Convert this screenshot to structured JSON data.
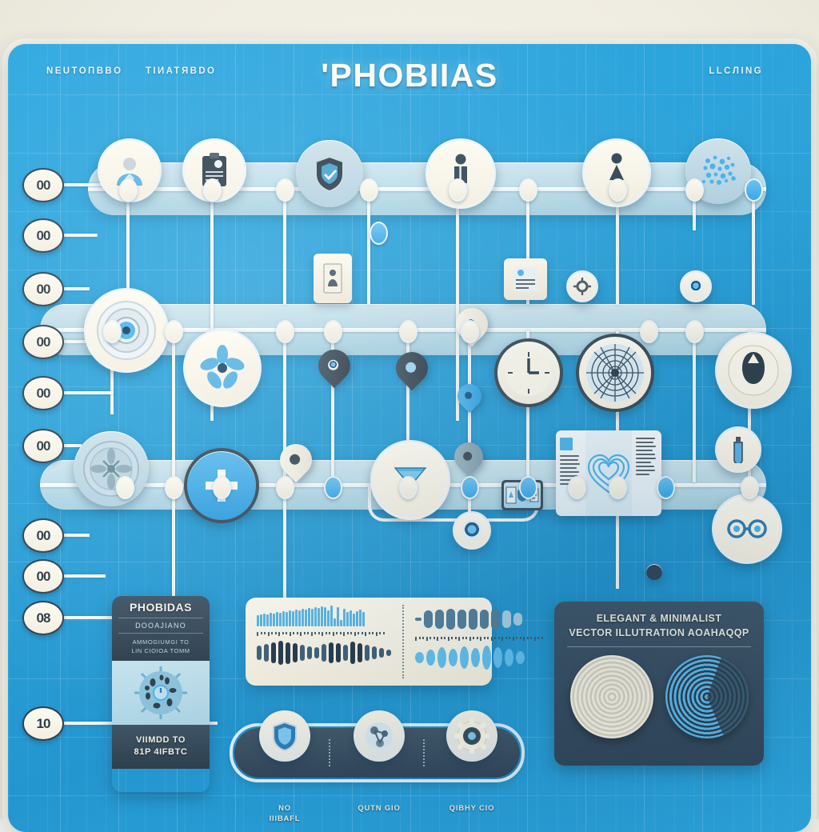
{
  "title": "'PHOBIIAS",
  "corner_tags": {
    "top_left_1": "NEUTOПBBO",
    "top_left_2": "TIИATЯBDO",
    "top_right": "LLCЛING"
  },
  "row_badges": [
    {
      "label": "00"
    },
    {
      "label": "00"
    },
    {
      "label": "00"
    },
    {
      "label": "00"
    },
    {
      "label": "00"
    },
    {
      "label": "00"
    },
    {
      "label": "00"
    },
    {
      "label": "00"
    },
    {
      "label": "08"
    },
    {
      "label": "10"
    }
  ],
  "top_icons": [
    {
      "name": "person-portrait-icon",
      "glyph": "person"
    },
    {
      "name": "clipboard-icon",
      "glyph": "clipboard"
    },
    {
      "name": "shield-icon",
      "glyph": "shield"
    },
    {
      "name": "male-figure-icon",
      "glyph": "male"
    },
    {
      "name": "female-figure-icon",
      "glyph": "female"
    },
    {
      "name": "germ-cluster-icon",
      "glyph": "germs"
    }
  ],
  "mid_icons": [
    {
      "name": "eye-target-icon",
      "glyph": "eye"
    },
    {
      "name": "flower-fan-icon",
      "glyph": "flower"
    },
    {
      "name": "clock-icon",
      "glyph": "clock"
    },
    {
      "name": "spider-web-icon",
      "glyph": "web"
    },
    {
      "name": "dark-creature-icon",
      "glyph": "creature"
    },
    {
      "name": "compass-dial-icon",
      "glyph": "compass"
    },
    {
      "name": "medical-cross-icon",
      "glyph": "cross"
    },
    {
      "name": "funnel-icon",
      "glyph": "funnel"
    }
  ],
  "info_card": {
    "title": "PHOBIDAS",
    "subtitle": "DOOAJIANO",
    "body_line1": "AMMOGIUMGI TO",
    "body_line2": "LIN CIOIOA TOMM",
    "footer_line1": "VIIMDD TO",
    "footer_line2": "81P 4IFBTC",
    "illustration": "virus-icon"
  },
  "spiral_panel": {
    "title_line1": "ELEGANT & MINIMALIST",
    "title_line2": "VECTOR ILLUTRATION AOAHAQQP",
    "spirals": [
      {
        "name": "cream-spiral",
        "color": "#fbf7e8"
      },
      {
        "name": "blue-spiral",
        "color": "#5cbcf0"
      }
    ]
  },
  "icon_bar": {
    "items": [
      {
        "icon": "shield-icon",
        "label_line1": "NO",
        "label_line2": "IIIBAFL"
      },
      {
        "icon": "molecule-icon",
        "label_line1": "QUTN GIO",
        "label_line2": ""
      },
      {
        "icon": "gear-icon",
        "label_line1": "QIBHY CIO",
        "label_line2": ""
      }
    ]
  },
  "chart_data": {
    "type": "bar",
    "title": "",
    "xlabel": "",
    "ylabel": "",
    "series": [
      {
        "name": "sparkline-left",
        "values": [
          14,
          15,
          16,
          15,
          17,
          16,
          18,
          17,
          19,
          18,
          20,
          19,
          21,
          20,
          22,
          21,
          23,
          22,
          24,
          23,
          25,
          24,
          20,
          26,
          10,
          24,
          8,
          22,
          18,
          20,
          16,
          19,
          21,
          18
        ]
      },
      {
        "name": "blobs-left",
        "values": [
          18,
          22,
          26,
          30,
          27,
          24,
          20,
          16,
          14,
          22,
          26,
          24,
          20,
          28,
          24,
          20,
          16,
          12,
          8
        ]
      },
      {
        "name": "pills-right",
        "values": [
          4,
          22,
          24,
          26,
          24,
          26,
          24,
          26,
          22,
          16
        ]
      },
      {
        "name": "ovals-right",
        "values": [
          14,
          20,
          26,
          22,
          28,
          24,
          30,
          26,
          22,
          16
        ]
      }
    ]
  },
  "poster": {
    "name": "document-poster-card",
    "illustration": "heart-outline-icon"
  },
  "colors": {
    "background_blue": "#2aa3dd",
    "band_blue": "#bcdde9",
    "cream": "#fdfaef",
    "dark_slate": "#35485a",
    "accent_blue": "#4db5ec",
    "page_cream": "#f2f0e6"
  }
}
